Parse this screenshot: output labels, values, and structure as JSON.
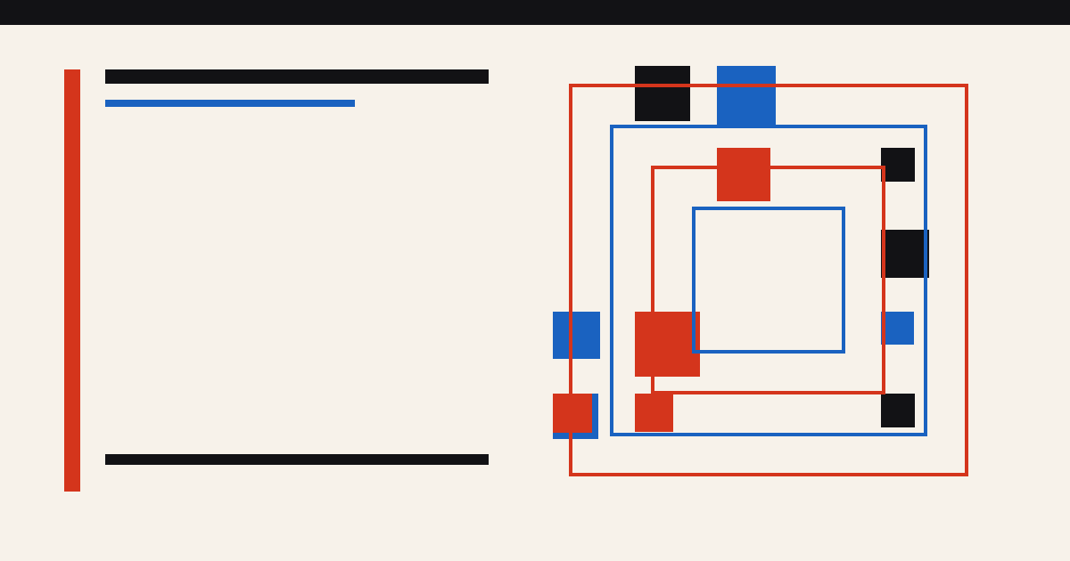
{
  "colors": {
    "background": "#f7f2ea",
    "top_bar": "#121215",
    "black": "#121215",
    "red": "#d4351c",
    "blue": "#1a62c0"
  },
  "composition": {
    "frames": [
      {
        "color": "red"
      },
      {
        "color": "blue"
      },
      {
        "color": "red"
      },
      {
        "color": "blue"
      }
    ],
    "blocks": [
      {
        "color": "black"
      },
      {
        "color": "blue"
      },
      {
        "color": "red"
      },
      {
        "color": "black"
      },
      {
        "color": "black"
      },
      {
        "color": "blue"
      },
      {
        "color": "red"
      },
      {
        "color": "blue"
      },
      {
        "color": "blue"
      },
      {
        "color": "red"
      },
      {
        "color": "red"
      },
      {
        "color": "black"
      }
    ]
  }
}
